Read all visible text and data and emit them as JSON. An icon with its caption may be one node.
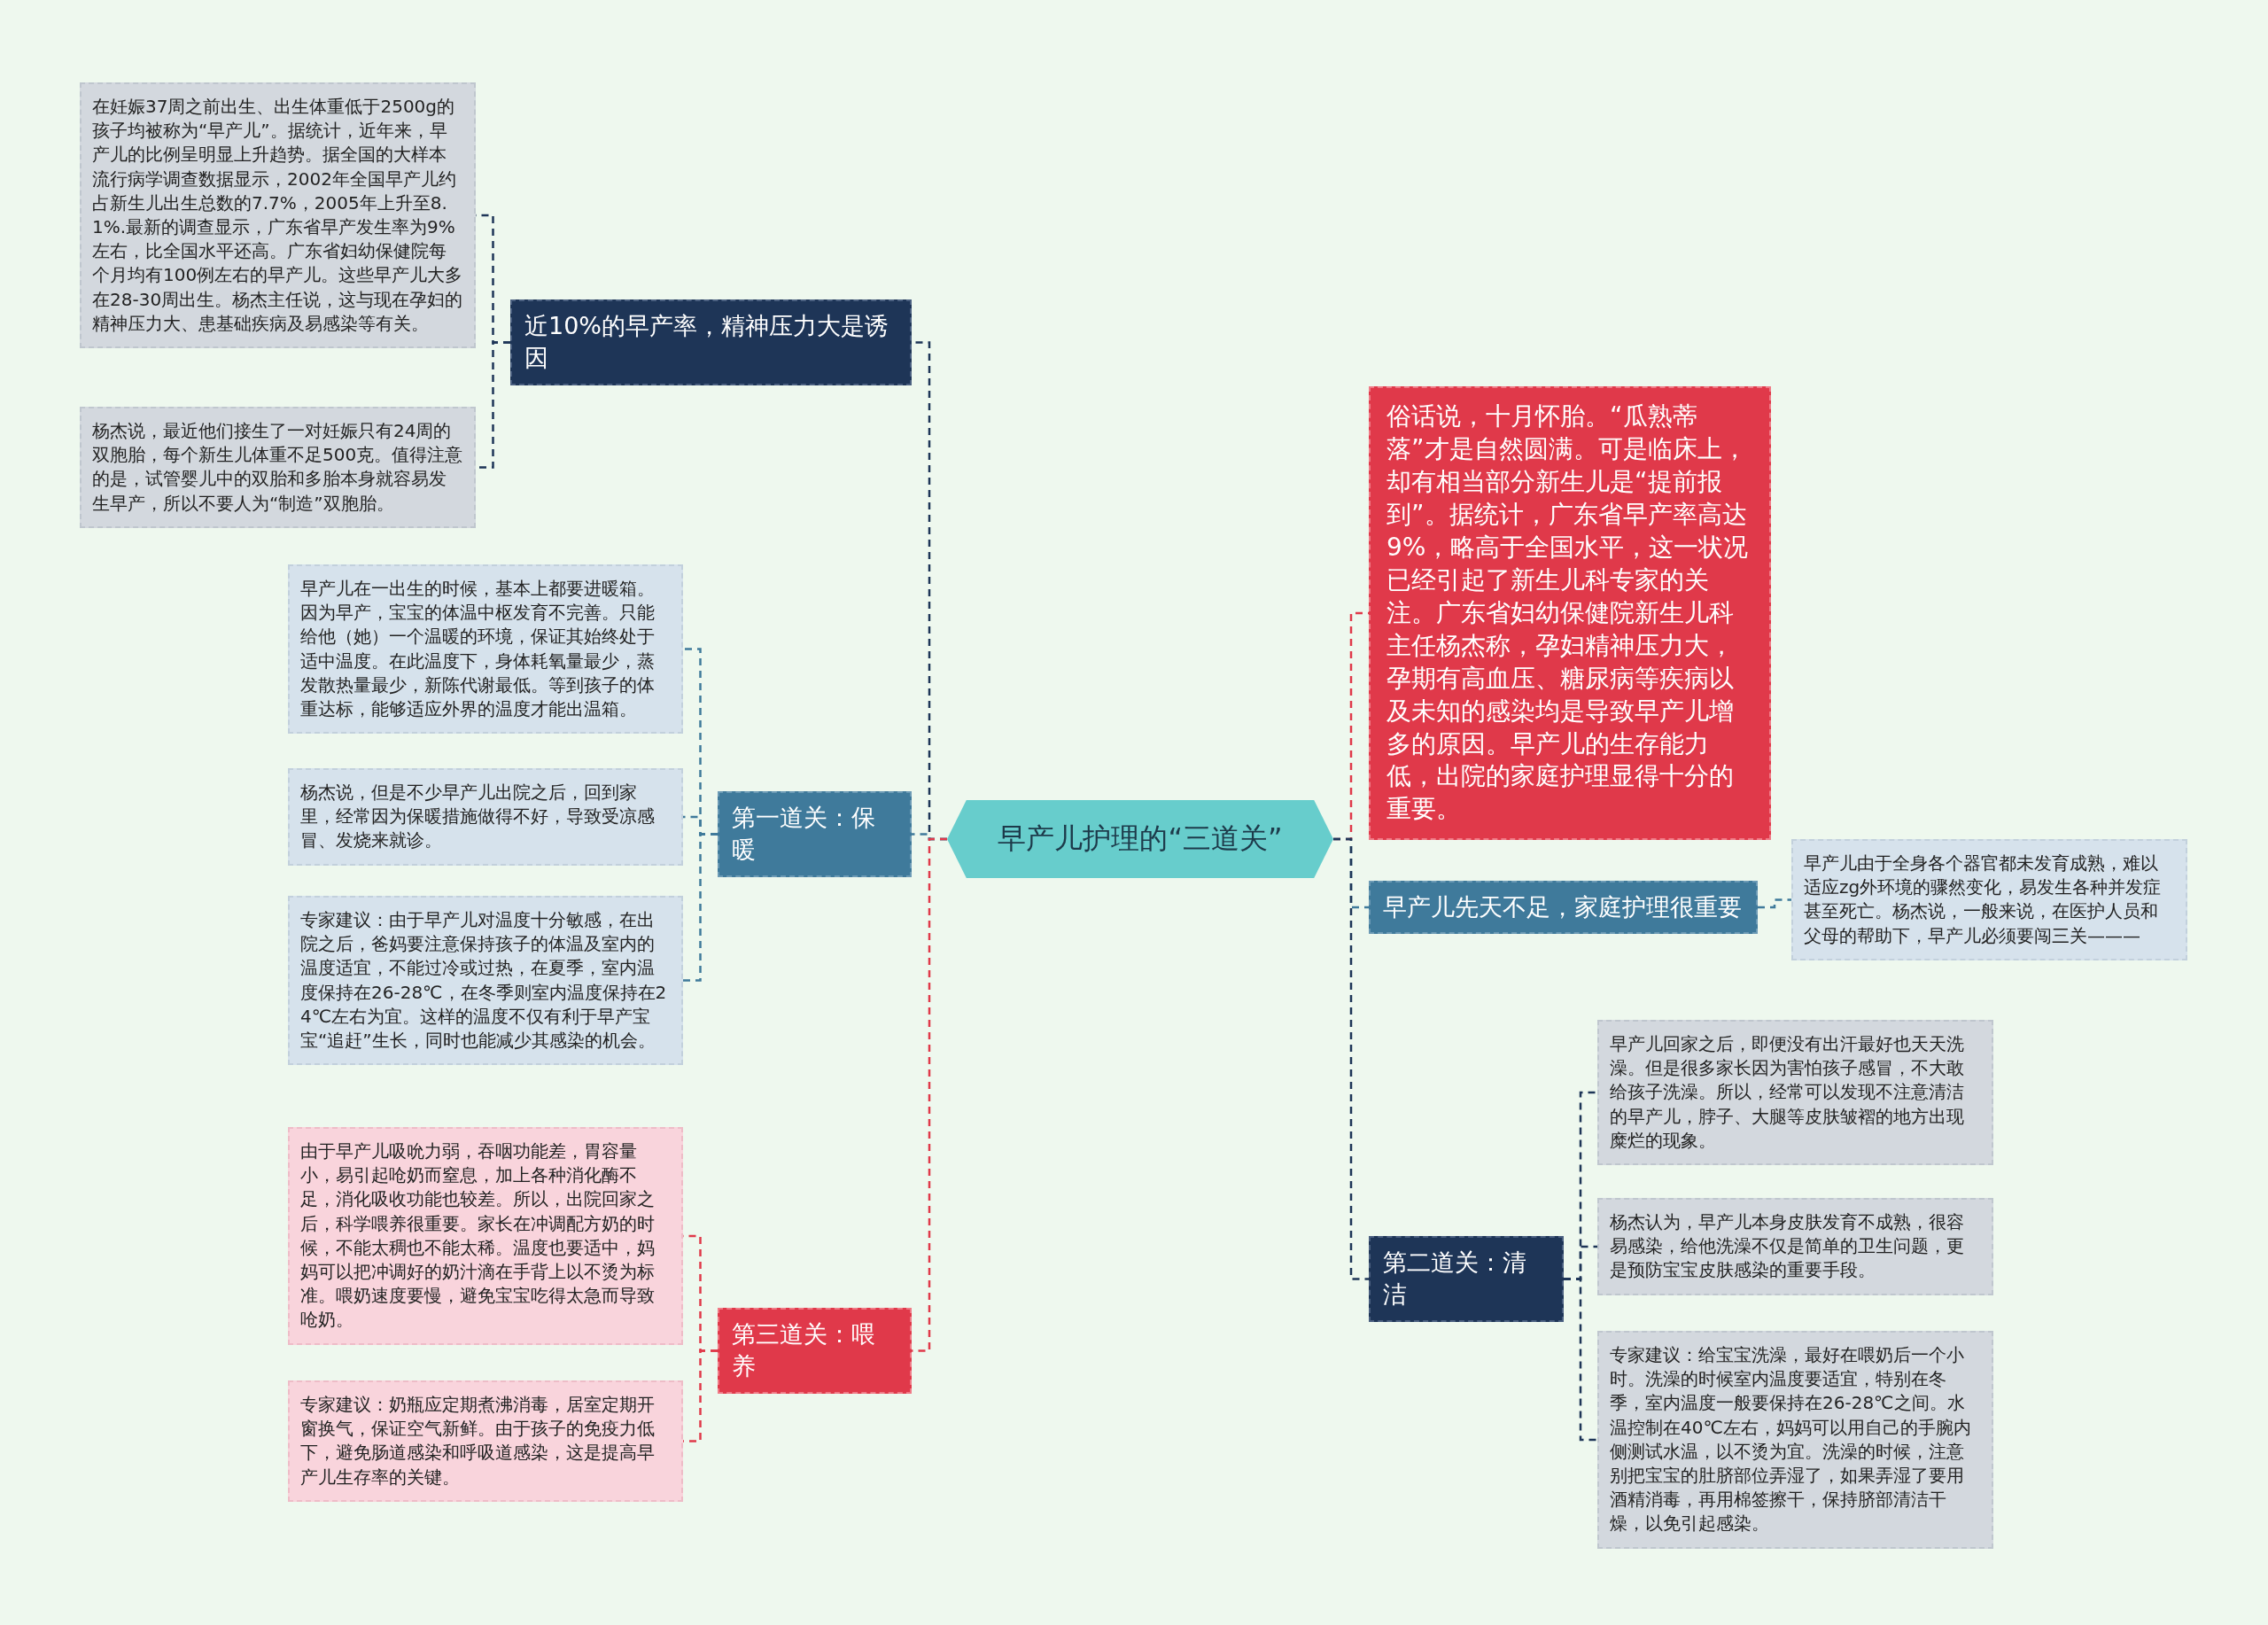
{
  "diagram": {
    "nodes": [
      {
        "text": [
          "早产儿护理的“三道关”"
        ]
      },
      {
        "text": [
          "近10%的早产率，精神压力大是诱因"
        ]
      },
      {
        "text": [
          "在妊娠37周之前出生、出生体重低于2500g的孩子均被称为“早产儿”。据统计，近年来，早产儿的比例呈明显上升趋势。据全国的大样本流行病学调查数据显示，2002年全国早产儿约占新生儿出生总数的7.7%，2005年上升至8.1%.最新的调查显示，广东省早产发生率为9%左右，比全国水平还高。广东省妇幼保健院每个月均有100例左右的早产儿。这些早产儿大多在28-30周出生。杨杰主任说，这与现在孕妇的精神压力大、患基础疾病及易感染等有关。"
        ]
      },
      {
        "text": [
          "杨杰说，最近他们接生了一对妊娠只有24周的双胞胎，每个新生儿体重不足500克。值得注意的是，试管婴儿中的双胎和多胎本身就容易发生早产，所以不要人为“制造”双胞胎。"
        ]
      },
      {
        "text": [
          "第一道关：保暖"
        ]
      },
      {
        "text": [
          "早产儿在一出生的时候，基本上都要进暖箱。因为早产，宝宝的体温中枢发育不完善。只能给他（她）一个温暖的环境，保证其始终处于适中温度。在此温度下，身体耗氧量最少，蒸发散热量最少，新陈代谢最低。等到孩子的体重达标，能够适应外界的温度才能出温箱。"
        ]
      },
      {
        "text": [
          "杨杰说，但是不少早产儿出院之后，回到家里，经常因为保暖措施做得不好，导致受凉感冒、发烧来就诊。"
        ]
      },
      {
        "text": [
          "专家建议：由于早产儿对温度十分敏感，在出院之后，爸妈要注意保持孩子的体温及室内的温度适宜，不能过冷或过热，在夏季，室内温度保持在26-28℃，在冬季则室内温度保持在24℃左右为宜。这样的温度不仅有利于早产宝宝“追赶”生长，同时也能减少其感染的机会。"
        ]
      },
      {
        "text": [
          "第三道关：喂养"
        ]
      },
      {
        "text": [
          "由于早产儿吸吮力弱，吞咽功能差，胃容量小，易引起呛奶而窒息，加上各种消化酶不足，消化吸收功能也较差。所以，出院回家之后，科学喂养很重要。家长在冲调配方奶的时候，不能太稠也不能太稀。温度也要适中，妈妈可以把冲调好的奶汁滴在手背上以不烫为标准。喂奶速度要慢，避免宝宝吃得太急而导致呛奶。"
        ]
      },
      {
        "text": [
          "专家建议：奶瓶应定期煮沸消毒，居室定期开窗换气，保证空气新鲜。由于孩子的免疫力低下，避免肠道感染和呼吸道感染，这是提高早产儿生存率的关键。"
        ]
      },
      {
        "text": [
          "俗话说，十月怀胎。“瓜熟蒂落”才是自然圆满。可是临床上，却有相当部分新生儿是“提前报到”。据统计，广东省早产率高达9%，略高于全国水平，这一状况已经引起了新生儿科专家的关注。广东省妇幼保健院新生儿科主任杨杰称，孕妇精神压力大，孕期有高血压、糖尿病等疾病以及未知的感染均是导致早产儿增多的原因。早产儿的生存能力低，出院的家庭护理显得十分的重要。"
        ]
      },
      {
        "text": [
          "早产儿先天不足，家庭护理很重要"
        ]
      },
      {
        "text": [
          "早产儿由于全身各个器官都未发育成熟，难以适应zg外环境的骤然变化，易发生各种并发症甚至死亡。杨杰说，一般来说，在医护人员和父母的帮助下，早产儿必须要闯三关———"
        ]
      },
      {
        "text": [
          "第二道关：清洁"
        ]
      },
      {
        "text": [
          "早产儿回家之后，即便没有出汗最好也天天洗澡。但是很多家长因为害怕孩子感冒，不大敢给孩子洗澡。所以，经常可以发现不注意清洁的早产儿，脖子、大腿等皮肤皱褶的地方出现糜烂的现象。"
        ]
      },
      {
        "text": [
          "杨杰认为，早产儿本身皮肤发育不成熟，很容易感染，给他洗澡不仅是简单的卫生问题，更是预防宝宝皮肤感染的重要手段。"
        ]
      },
      {
        "text": [
          "专家建议：给宝宝洗澡，最好在喂奶后一个小时。洗澡的时候室内温度要适宜，特别在冬季，室内温度一般要保持在26-28℃之间。水温控制在40℃左右，妈妈可以用自己的手腕内侧测试水温，以不烫为宜。洗澡的时候，注意别把宝宝的肚脐部位弄湿了，如果弄湿了要用酒精消毒，再用棉签擦干，保持脐部清洁干燥，以免引起感染。"
        ]
      }
    ],
    "edges": [
      {
        "from": 0,
        "to": 1,
        "arrow": "none",
        "style": "dashed",
        "color": "#1e3557"
      },
      {
        "from": 1,
        "to": 2,
        "arrow": "none",
        "style": "dashed",
        "color": "#1e3557"
      },
      {
        "from": 1,
        "to": 3,
        "arrow": "none",
        "style": "dashed",
        "color": "#1e3557"
      },
      {
        "from": 0,
        "to": 4,
        "arrow": "none",
        "style": "dashed",
        "color": "#3f7a9b"
      },
      {
        "from": 4,
        "to": 5,
        "arrow": "none",
        "style": "dashed",
        "color": "#3f7a9b"
      },
      {
        "from": 4,
        "to": 6,
        "arrow": "none",
        "style": "dashed",
        "color": "#3f7a9b"
      },
      {
        "from": 4,
        "to": 7,
        "arrow": "none",
        "style": "dashed",
        "color": "#3f7a9b"
      },
      {
        "from": 0,
        "to": 8,
        "arrow": "none",
        "style": "dashed",
        "color": "#e0394a"
      },
      {
        "from": 8,
        "to": 9,
        "arrow": "none",
        "style": "dashed",
        "color": "#e0394a"
      },
      {
        "from": 8,
        "to": 10,
        "arrow": "none",
        "style": "dashed",
        "color": "#e0394a"
      },
      {
        "from": 0,
        "to": 11,
        "arrow": "none",
        "style": "dashed",
        "color": "#e0394a"
      },
      {
        "from": 0,
        "to": 12,
        "arrow": "none",
        "style": "dashed",
        "color": "#3f7a9b"
      },
      {
        "from": 12,
        "to": 13,
        "arrow": "none",
        "style": "dashed",
        "color": "#3f7a9b"
      },
      {
        "from": 0,
        "to": 14,
        "arrow": "none",
        "style": "dashed",
        "color": "#1e3557"
      },
      {
        "from": 14,
        "to": 15,
        "arrow": "none",
        "style": "dashed",
        "color": "#1e3557"
      },
      {
        "from": 14,
        "to": 16,
        "arrow": "none",
        "style": "dashed",
        "color": "#1e3557"
      },
      {
        "from": 14,
        "to": 17,
        "arrow": "none",
        "style": "dashed",
        "color": "#1e3557"
      }
    ]
  }
}
